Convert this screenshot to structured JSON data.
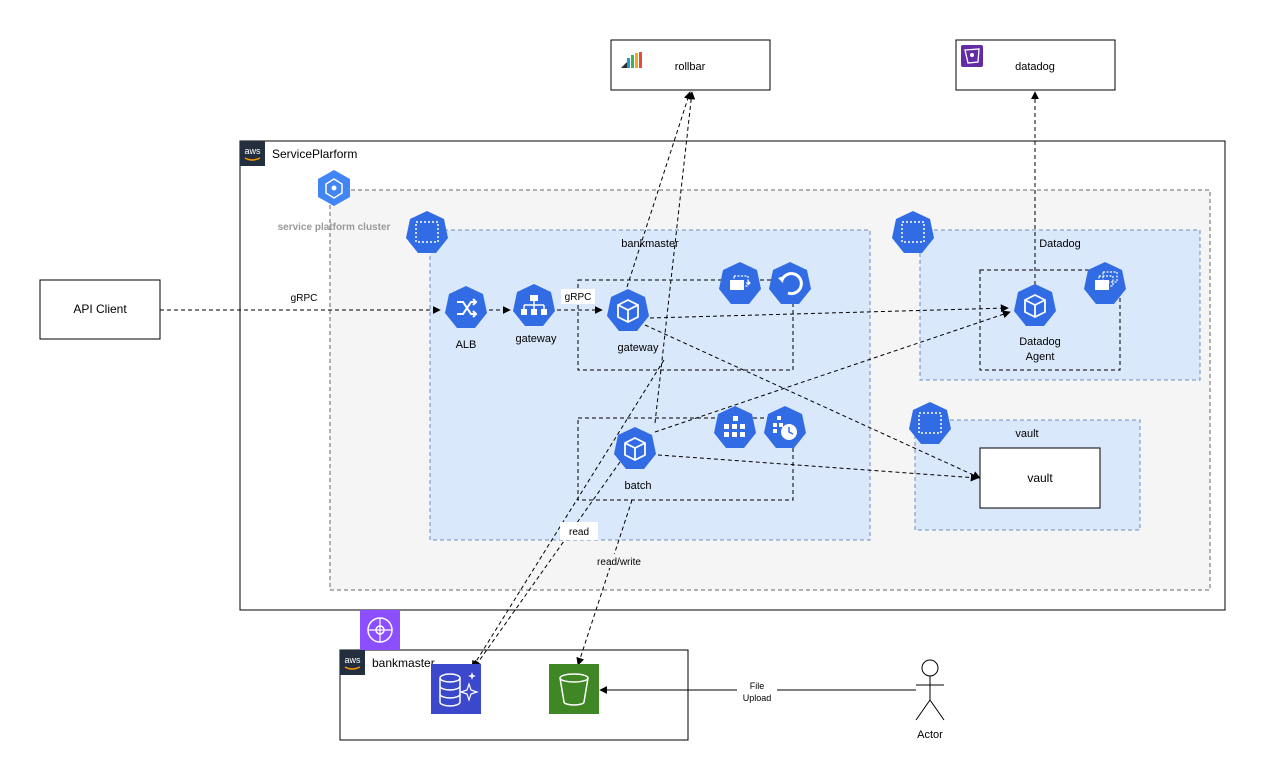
{
  "external": {
    "rollbar": "rollbar",
    "datadog": "datadog",
    "api_client": "API Client",
    "actor": "Actor"
  },
  "aws": {
    "badge": "aws",
    "service_platform": "ServicePlarform",
    "bankmaster_account": "bankmaster"
  },
  "cluster": {
    "label": "service platform cluster"
  },
  "namespaces": {
    "bankmaster": "bankmaster",
    "datadog": "Datadog",
    "vault": "vault"
  },
  "nodes": {
    "alb": "ALB",
    "gateway_service": "gateway",
    "gateway_pod": "gateway",
    "batch": "batch",
    "datadog_agent_line1": "Datadog",
    "datadog_agent_line2": "Agent",
    "vault": "vault"
  },
  "edges": {
    "grpc_client": "gRPC",
    "grpc_gateway": "gRPC",
    "read": "read",
    "read_write": "read/write",
    "file_upload_line1": "File",
    "file_upload_line2": "Upload"
  },
  "colors": {
    "k8s_blue": "#326CE5",
    "namespace_fill": "#DAE8FC",
    "cluster_fill": "#F5F5F5",
    "aws_dark": "#232F3E",
    "rds_blue": "#3B48CC",
    "s3_green": "#3F8624",
    "vpc_purple": "#8C4FFF",
    "gcp_blue": "#4285F4"
  }
}
